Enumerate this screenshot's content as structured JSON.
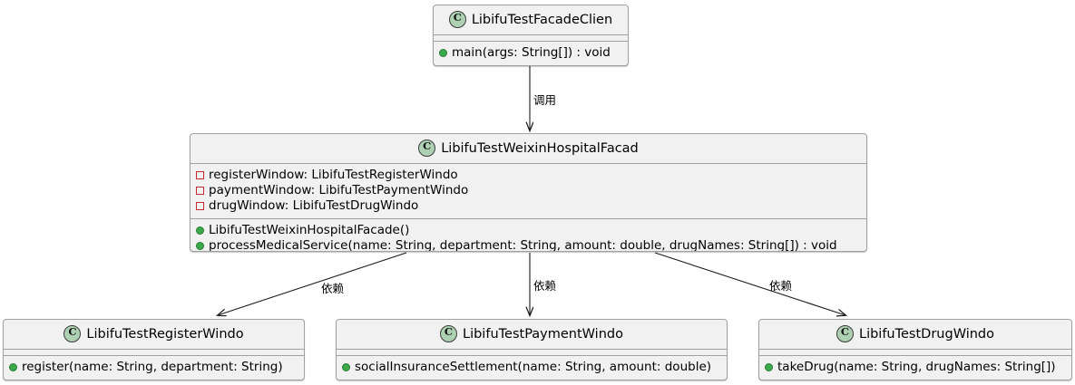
{
  "diagram": {
    "type": "uml-class-diagram",
    "background": "#ffffff",
    "class_icon_color": "#ADD1B2",
    "private_marker_color": "#c82930",
    "public_marker_color": "#39a949",
    "box_fill": "#f1f1f1",
    "box_border": "#a0a0a0",
    "classes": [
      {
        "id": "client",
        "name": "LibifuTestFacadeClien",
        "icon": "class-circle-icon",
        "fields": [],
        "methods": [
          {
            "visibility": "public",
            "text": "main(args: String[]) : void"
          }
        ]
      },
      {
        "id": "facade",
        "name": "LibifuTestWeixinHospitalFacad",
        "icon": "class-circle-icon",
        "fields": [
          {
            "visibility": "private",
            "text": "registerWindow: LibifuTestRegisterWindo"
          },
          {
            "visibility": "private",
            "text": "paymentWindow: LibifuTestPaymentWindo"
          },
          {
            "visibility": "private",
            "text": "drugWindow: LibifuTestDrugWindo"
          }
        ],
        "methods": [
          {
            "visibility": "public",
            "text": "LibifuTestWeixinHospitalFacade()"
          },
          {
            "visibility": "public",
            "text": "processMedicalService(name: String, department: String, amount: double, drugNames: String[]) : void"
          }
        ]
      },
      {
        "id": "register",
        "name": "LibifuTestRegisterWindo",
        "icon": "class-circle-icon",
        "fields": [],
        "methods": [
          {
            "visibility": "public",
            "text": "register(name: String, department: String)"
          }
        ]
      },
      {
        "id": "payment",
        "name": "LibifuTestPaymentWindo",
        "icon": "class-circle-icon",
        "fields": [],
        "methods": [
          {
            "visibility": "public",
            "text": "socialInsuranceSettlement(name: String, amount: double)"
          }
        ]
      },
      {
        "id": "drug",
        "name": "LibifuTestDrugWindo",
        "icon": "class-circle-icon",
        "fields": [],
        "methods": [
          {
            "visibility": "public",
            "text": "takeDrug(name: String, drugNames: String[])"
          }
        ]
      }
    ],
    "edges": [
      {
        "id": "edge-client-facade",
        "from": "client",
        "to": "facade",
        "label": "调用",
        "style": "solid-arrow"
      },
      {
        "id": "edge-facade-register",
        "from": "facade",
        "to": "register",
        "label": "依赖",
        "style": "solid-arrow"
      },
      {
        "id": "edge-facade-payment",
        "from": "facade",
        "to": "payment",
        "label": "依赖",
        "style": "solid-arrow"
      },
      {
        "id": "edge-facade-drug",
        "from": "facade",
        "to": "drug",
        "label": "依赖",
        "style": "solid-arrow"
      }
    ]
  }
}
